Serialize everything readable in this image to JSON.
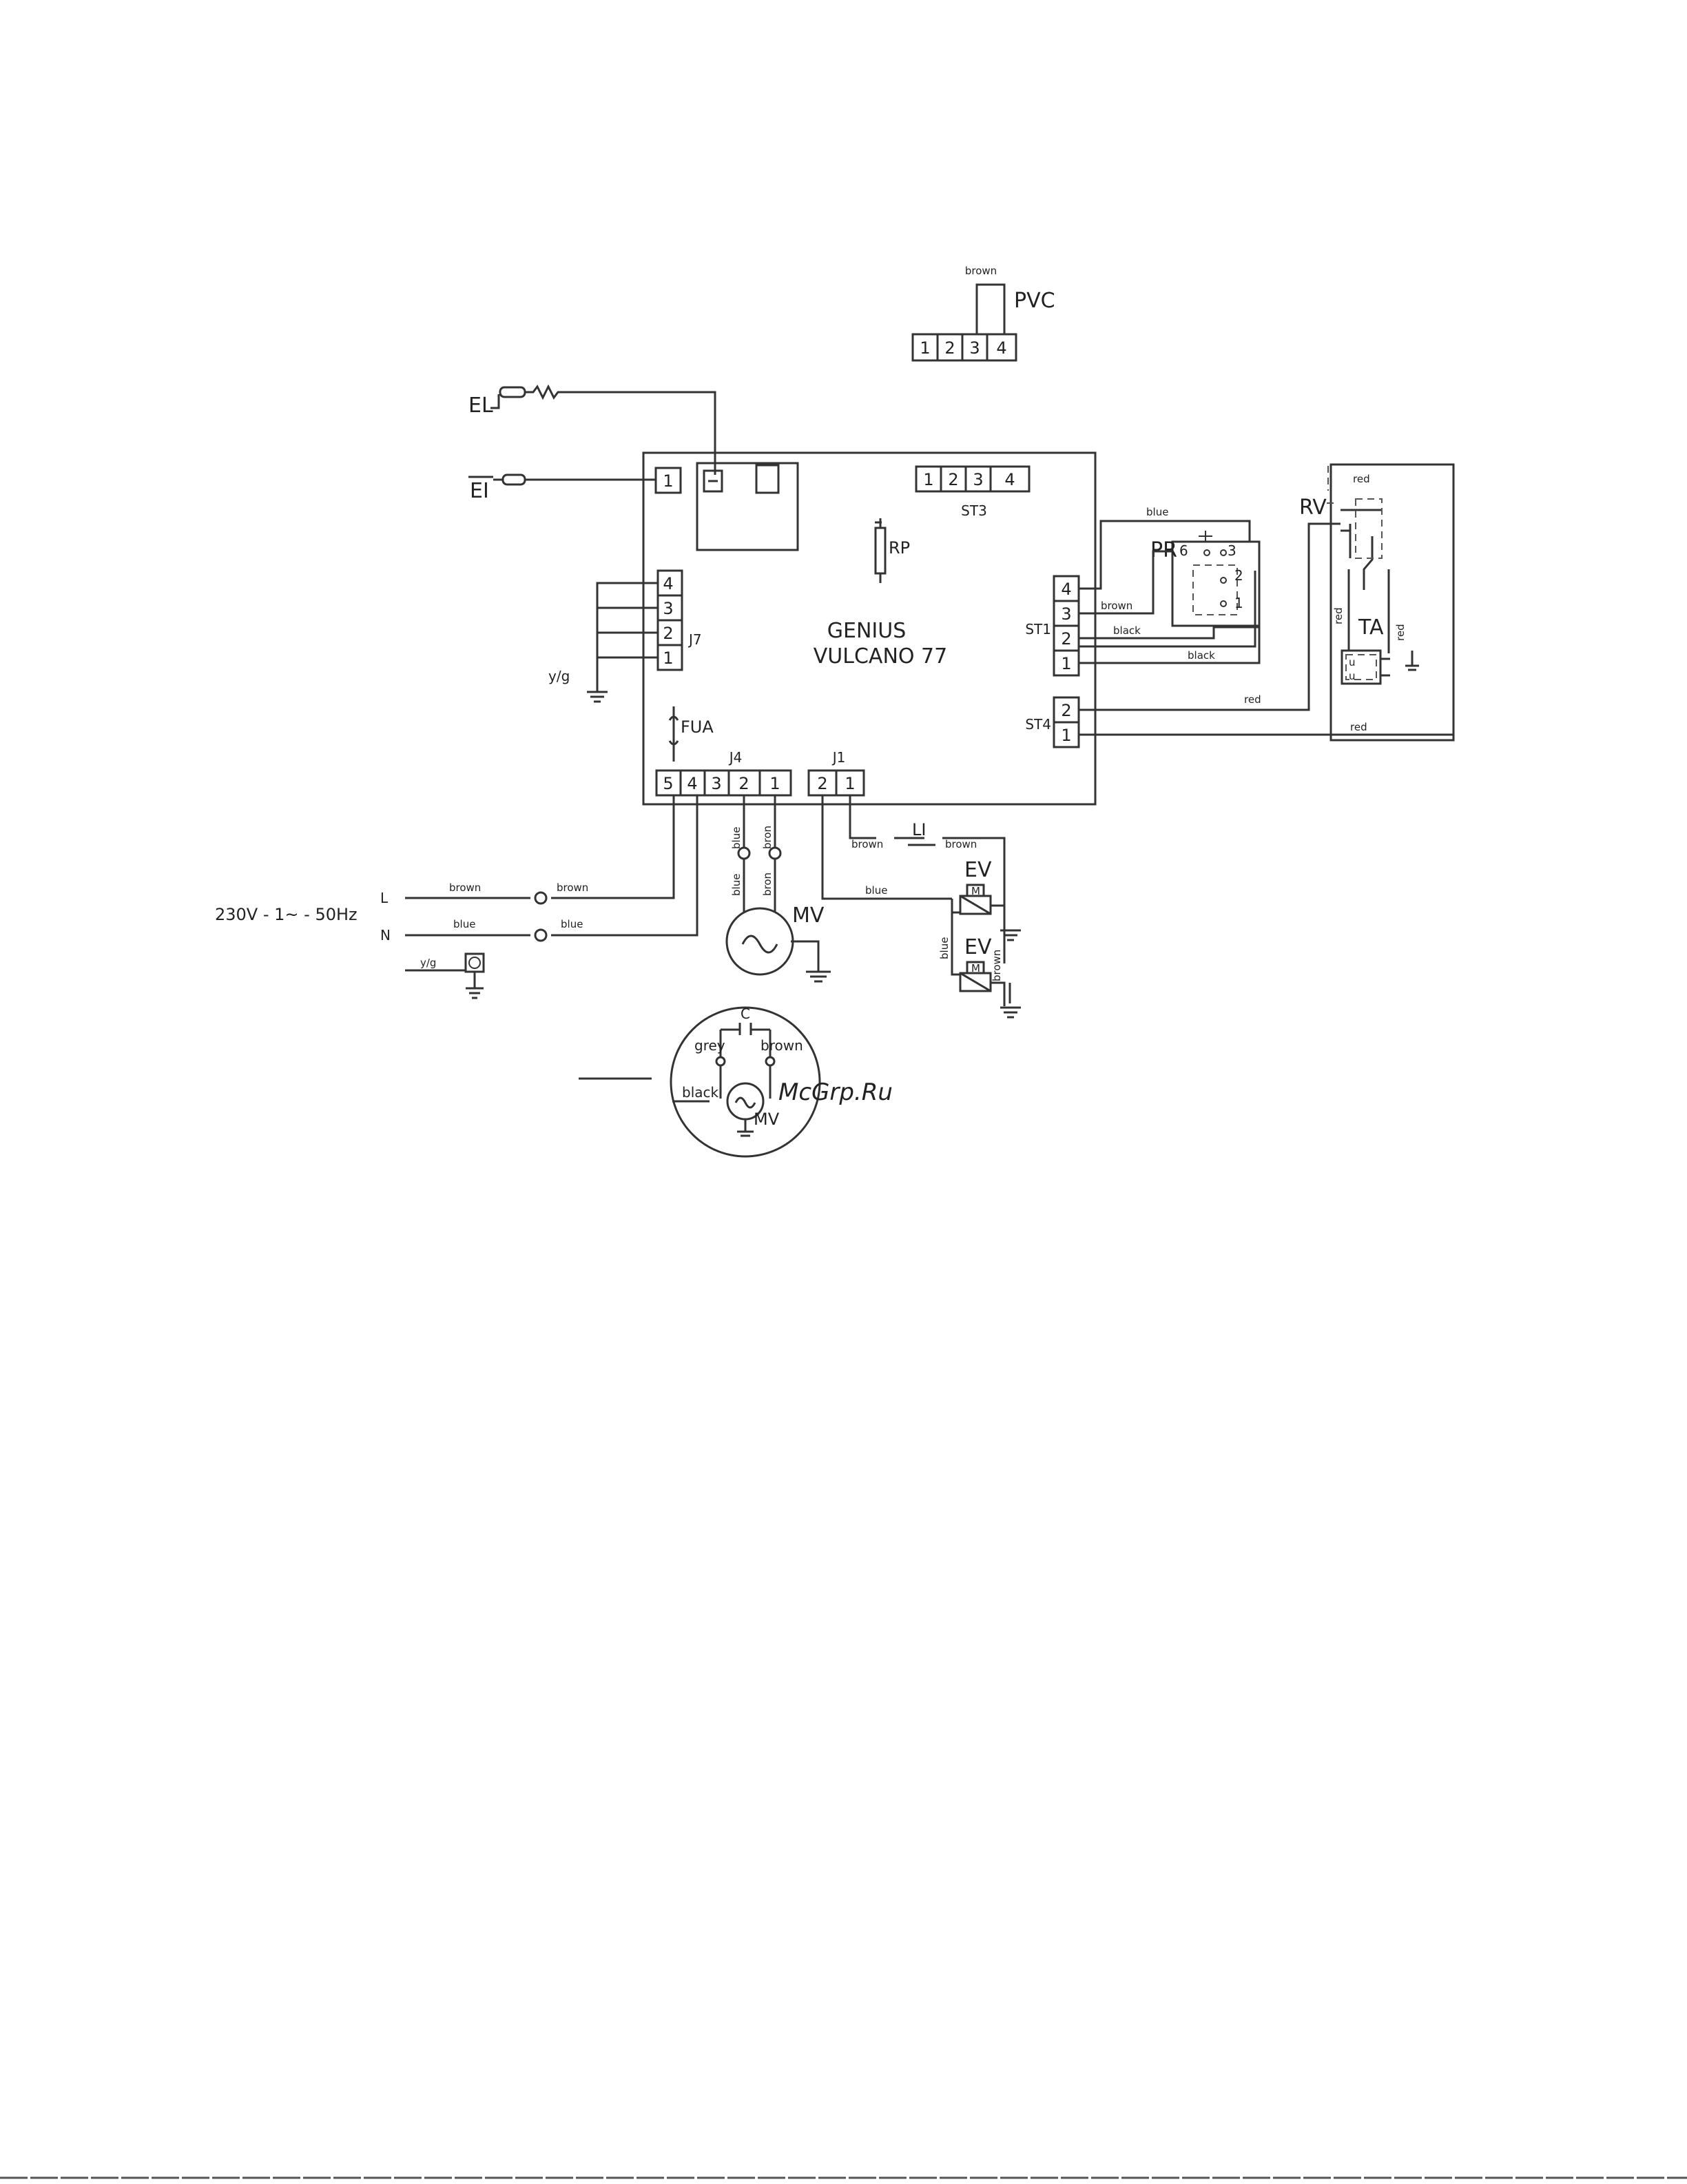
{
  "board": {
    "line1": "GENIUS",
    "line2": "VULCANO 77"
  },
  "pvc": {
    "label": "PVC",
    "wire": "brown",
    "terminals": [
      "1",
      "2",
      "3",
      "4"
    ]
  },
  "st3": {
    "label": "ST3",
    "terminals": [
      "1",
      "2",
      "3",
      "4"
    ]
  },
  "rp": {
    "label": "RP"
  },
  "el": {
    "label": "EL"
  },
  "ei": {
    "label": "EI"
  },
  "t1": {
    "label": "1"
  },
  "j7": {
    "label": "J7",
    "terminals": [
      "4",
      "3",
      "2",
      "1"
    ],
    "ground": "y/g"
  },
  "fua": {
    "label": "FUA"
  },
  "j4": {
    "label": "J4",
    "terminals": [
      "5",
      "4",
      "3",
      "2",
      "1"
    ]
  },
  "j1": {
    "label": "J1",
    "terminals": [
      "2",
      "1"
    ]
  },
  "st1": {
    "label": "ST1",
    "terminals": [
      "4",
      "3",
      "2",
      "1"
    ]
  },
  "st4": {
    "label": "ST4",
    "terminals": [
      "2",
      "1"
    ]
  },
  "pr": {
    "label": "PR",
    "contacts": [
      "6",
      "3",
      "2",
      "1"
    ]
  },
  "rv": {
    "label": "RV"
  },
  "ta": {
    "label": "TA"
  },
  "supply": {
    "label": "230V - 1~ - 50Hz",
    "L": "L",
    "N": "N",
    "ground": "y/g"
  },
  "wires": {
    "brown": "brown",
    "blue": "blue",
    "black": "black",
    "red": "red",
    "grey": "grey",
    "bron": "bron"
  },
  "mv": {
    "label": "MV"
  },
  "ev": {
    "label": "EV",
    "mark": "M"
  },
  "li": {
    "label": "LI"
  },
  "capacitor": {
    "label": "C"
  },
  "watermark": {
    "text": "McGrp.Ru",
    "color": "#c0392b"
  },
  "colors": {
    "line": "#333333",
    "paper": "#ffffff"
  }
}
